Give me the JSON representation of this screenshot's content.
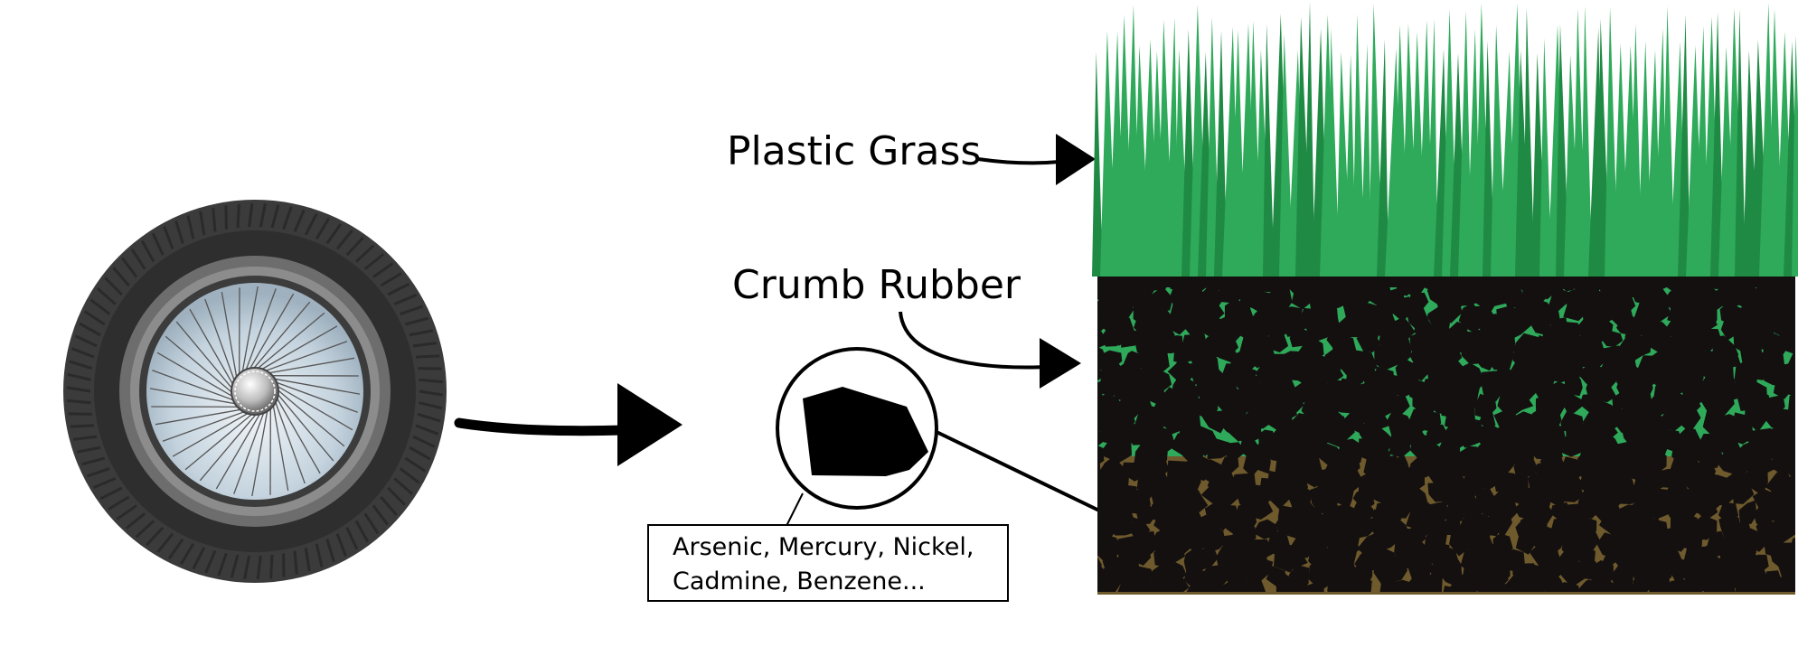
{
  "labels": {
    "plastic_grass": "Plastic Grass",
    "crumb_rubber": "Crumb Rubber"
  },
  "chemicals": {
    "line1": "Arsenic, Mercury, Nickel,",
    "line2": "Cadmine, Benzene..."
  },
  "colors": {
    "grass": "#2eaa5a",
    "grass_dark": "#1f8a44",
    "rubber": "#141010",
    "soil": "#6e5a2c",
    "tire": "#3a3a3a",
    "rim": "#cfdbe4"
  },
  "icons": [
    "tire-icon",
    "rubber-crumb-icon",
    "arrow-icon"
  ]
}
